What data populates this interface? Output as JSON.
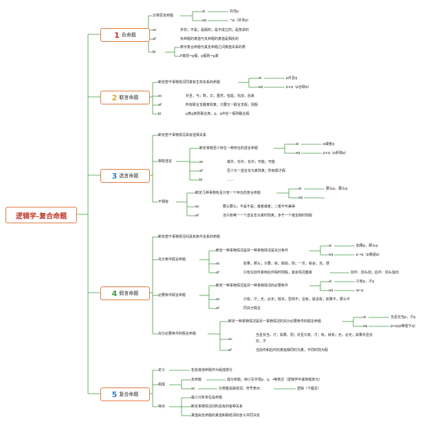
{
  "root": "逻辑学-复合命题",
  "colors": {
    "line": "#3d9a3d",
    "box": "#e07a3f",
    "n1": "#d0322d",
    "n2": "#e3a81a",
    "n3": "#2d7fd0",
    "n4": "#3d9a3d",
    "n5": "#2d7fd0"
  },
  "b1": {
    "num": "1",
    "label": "负命题",
    "def": "又称否定命题",
    "a_k": "ai",
    "a_v": "并非p",
    "b_k": "aq",
    "b_v": "¬p（并非p）",
    "ac_k": "ac",
    "ac_v": "并非；不是；是假的；是不成立的；是荒谬的",
    "af_k": "af",
    "af_v": "负命题的真值与支命题的真值是相反的",
    "bi_k": "bi",
    "bi_1": "表示复合命题与其支命题之间真值关系的表",
    "bi_2": "P真则¬p假；p假则¬p真"
  },
  "b2": {
    "num": "2",
    "label": "联言命题",
    "def": "断定若干事物情况同真有生存关系的命题",
    "a_k": "ai",
    "a_v": "p并且q",
    "b_k": "aq",
    "b_v": "p∧q（p合取q）",
    "ac_k": "ac",
    "ac_v": "并且；与；既，又；虽然，但是；先前，后来",
    "af_k": "af",
    "af_v": "所有联言支都真则真；只要又一联言支假，则假",
    "bi_k": "bi",
    "bi_v": "p真q真则联言真，p、q中任一假则联言假"
  },
  "b3": {
    "num": "3",
    "label": "选言命题",
    "def": "断定若干事物情况具有选择关系",
    "c1": "相容选言",
    "c1_def": "断定事物至少存在一种存在的选言命题",
    "a_k": "ai",
    "a_v": "p或者q",
    "b_k": "aq",
    "b_v": "p∨q（p析取q）",
    "ac_k": "ac",
    "ac_v": "或许，也许，也许；可能，可能",
    "af_k": "af",
    "af_v": "至少又一选言支为真则真；所有假才假",
    "bi_k": "bi",
    "bi_v": "……",
    "c2": "不相容",
    "c2_def": "断定几种事物有且只有一个存在的复合命题",
    "c2a_k": "ai",
    "c2a_v": "要么p，要么q",
    "c2b_k": "aq",
    "c2b_v": "",
    "c2ac_k": "ac",
    "c2ac_v": "要么要么；不是不是；或者或者；二者不可兼得",
    "c2af_k": "af",
    "c2af_v": "当只有唯一一个选言支为真时则真；多于一个或全假时则假"
  },
  "b4": {
    "num": "4",
    "label": "假言命题",
    "def": "断定若干事物情况间具有条件关系的命题",
    "c1": "充分条件假言命题",
    "c1_def": "断定一种事物情况是另一种事物情况是充分条件",
    "c1a_k": "ai",
    "c1a_v": "如果p，那么q",
    "c1b_k": "aq",
    "c1b_v": "p→q（p蕴涵q）",
    "c1ac_k": "ac",
    "c1ac_v": "如果，那么；只要，就；假如，则；一旦，就会；当，便",
    "c1af_k": "af",
    "c1af_v": "只有在前件真到后件假时则假，其余情况都真",
    "c1af_2": "前件：前头前；后件：前头指向",
    "c2": "必要条件假言命题",
    "c2_def": "断定一种事物情况是另一种事物情况的必要条件",
    "c2a_k": "ai",
    "c2a_v": "只有p，才q",
    "c2b_k": "aq",
    "c2b_v": "q←p",
    "c2ac_k": "ac",
    "c2ac_v": "只有，才；无，必无；除非，否则不；没有，就没有；如果不，那么不",
    "c2af_k": "af",
    "c2af_v": "同充分假言",
    "c3": "充分必要条件的假言命题",
    "c3_def": "断定一种事物情况是另一事物情况的充分必要条件的假言命题",
    "c3a_k": "ai",
    "c3a_v": "当且仅当p，才q",
    "c3b_k": "aq",
    "c3b_v": "p↔q(p等值于q)",
    "c3ac_k": "ac",
    "c3ac_1": "当且仅当，才；如果，则；并且只有，才；有，就有；无，必无；如果并且仅",
    "c3ac_2": "仅，才",
    "c3af_k": "af",
    "c3af_v": "当前件和后件的真值相同时为真，不同时则为假"
  },
  "b5": {
    "num": "5",
    "label": "复合命题",
    "d1": "定义",
    "d1_v": "包含其他命题作为组成部分",
    "d2": "组成",
    "d2a": "支命题",
    "d2a_v": "成分命题，用小写字母p、q、r等表达（逻辑学中或命题单元）",
    "d2b": "ac",
    "d2b_v": "又称整具联结词，符号表示：",
    "d2b_v2": "逻辑（下图见）",
    "d3": "特点",
    "d3_1": "最小分析单位是命题",
    "d3_2": "断定事物情况间所具有的各种关系",
    "d3_3": "真值由支命题的真值和联结词的含义共同决定"
  }
}
